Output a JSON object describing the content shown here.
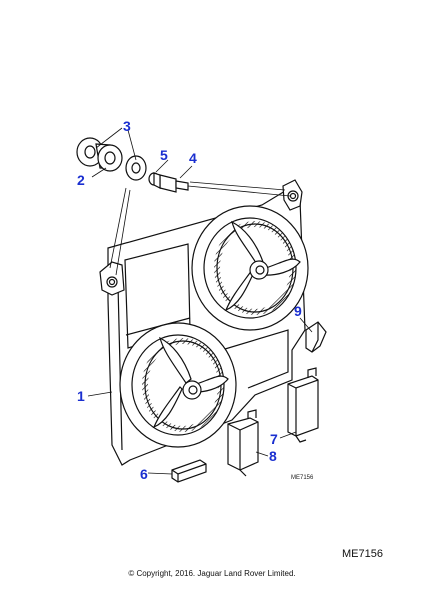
{
  "callouts": {
    "c1": "1",
    "c2": "2",
    "c3": "3",
    "c4": "4",
    "c5": "5",
    "c6": "6",
    "c7": "7",
    "c8": "8",
    "c9": "9"
  },
  "drawing_ref_small": "ME7156",
  "drawing_ref": "ME7156",
  "copyright": "© Copyright, 2016. Jaguar Land Rover Limited.",
  "colors": {
    "callout": "#1a2fd0",
    "line": "#111111"
  }
}
